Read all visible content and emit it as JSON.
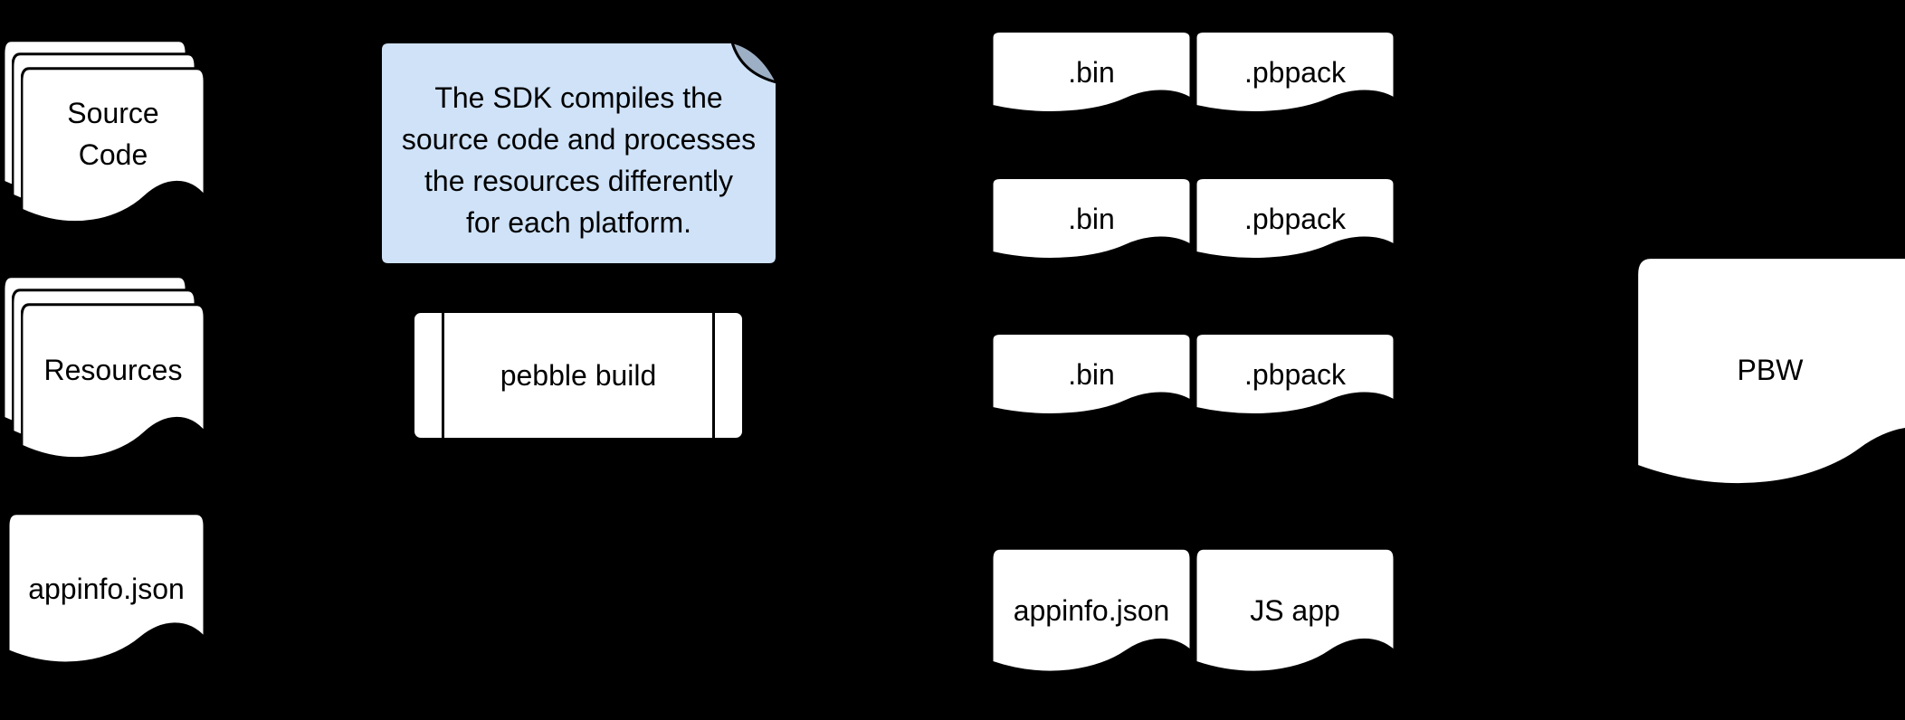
{
  "colors": {
    "background": "#000000",
    "doc_fill": "#ffffff",
    "outline": "#000000",
    "text": "#000000",
    "note_fill": "#cfe2f8",
    "note_fold_fill": "#9dafc5"
  },
  "inputs": {
    "source_stack_label": "Source\nCode",
    "resources_stack_label": "Resources",
    "appinfo_label": "appinfo.json"
  },
  "note": {
    "text": "The SDK compiles the\nsource code and processes\nthe resources differently\nfor each platform."
  },
  "process": {
    "label": "pebble build"
  },
  "outputs": {
    "rows": [
      {
        "left": ".bin",
        "right": ".pbpack"
      },
      {
        "left": ".bin",
        "right": ".pbpack"
      },
      {
        "left": ".bin",
        "right": ".pbpack"
      },
      {
        "left": "appinfo.json",
        "right": "JS app"
      }
    ]
  },
  "result": {
    "label": "PBW"
  }
}
